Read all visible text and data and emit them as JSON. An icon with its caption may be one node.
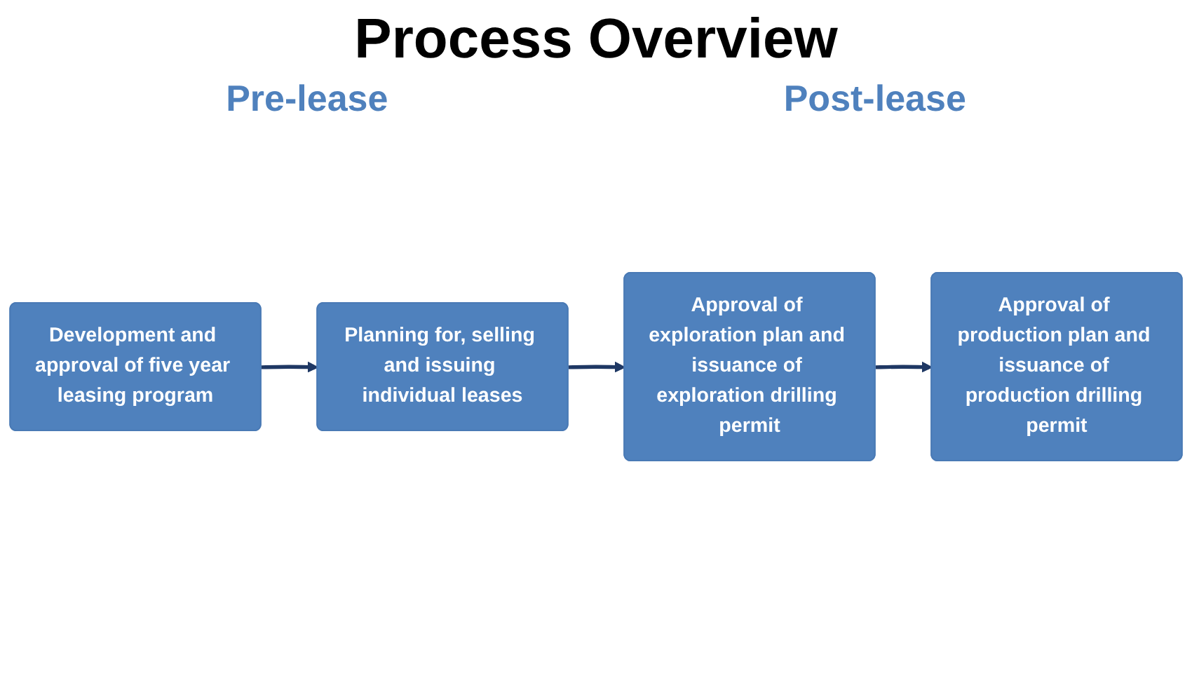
{
  "diagram": {
    "title": "Process Overview",
    "nodes": [
      {
        "text": [
          "Development and approval of five year leasing program"
        ]
      },
      {
        "text": [
          "Planning for, selling and issuing individual leases"
        ]
      },
      {
        "text": [
          "Approval of exploration plan and issuance of exploration drilling permit"
        ]
      },
      {
        "text": [
          "Approval of production plan and issuance of production drilling permit"
        ]
      }
    ],
    "edges": [
      {
        "from": 0,
        "to": 1,
        "arrow": "to"
      },
      {
        "from": 1,
        "to": 2,
        "arrow": "to"
      },
      {
        "from": 2,
        "to": 3,
        "arrow": "to"
      }
    ],
    "labels": [
      "Pre-lease",
      "Post-lease"
    ]
  }
}
